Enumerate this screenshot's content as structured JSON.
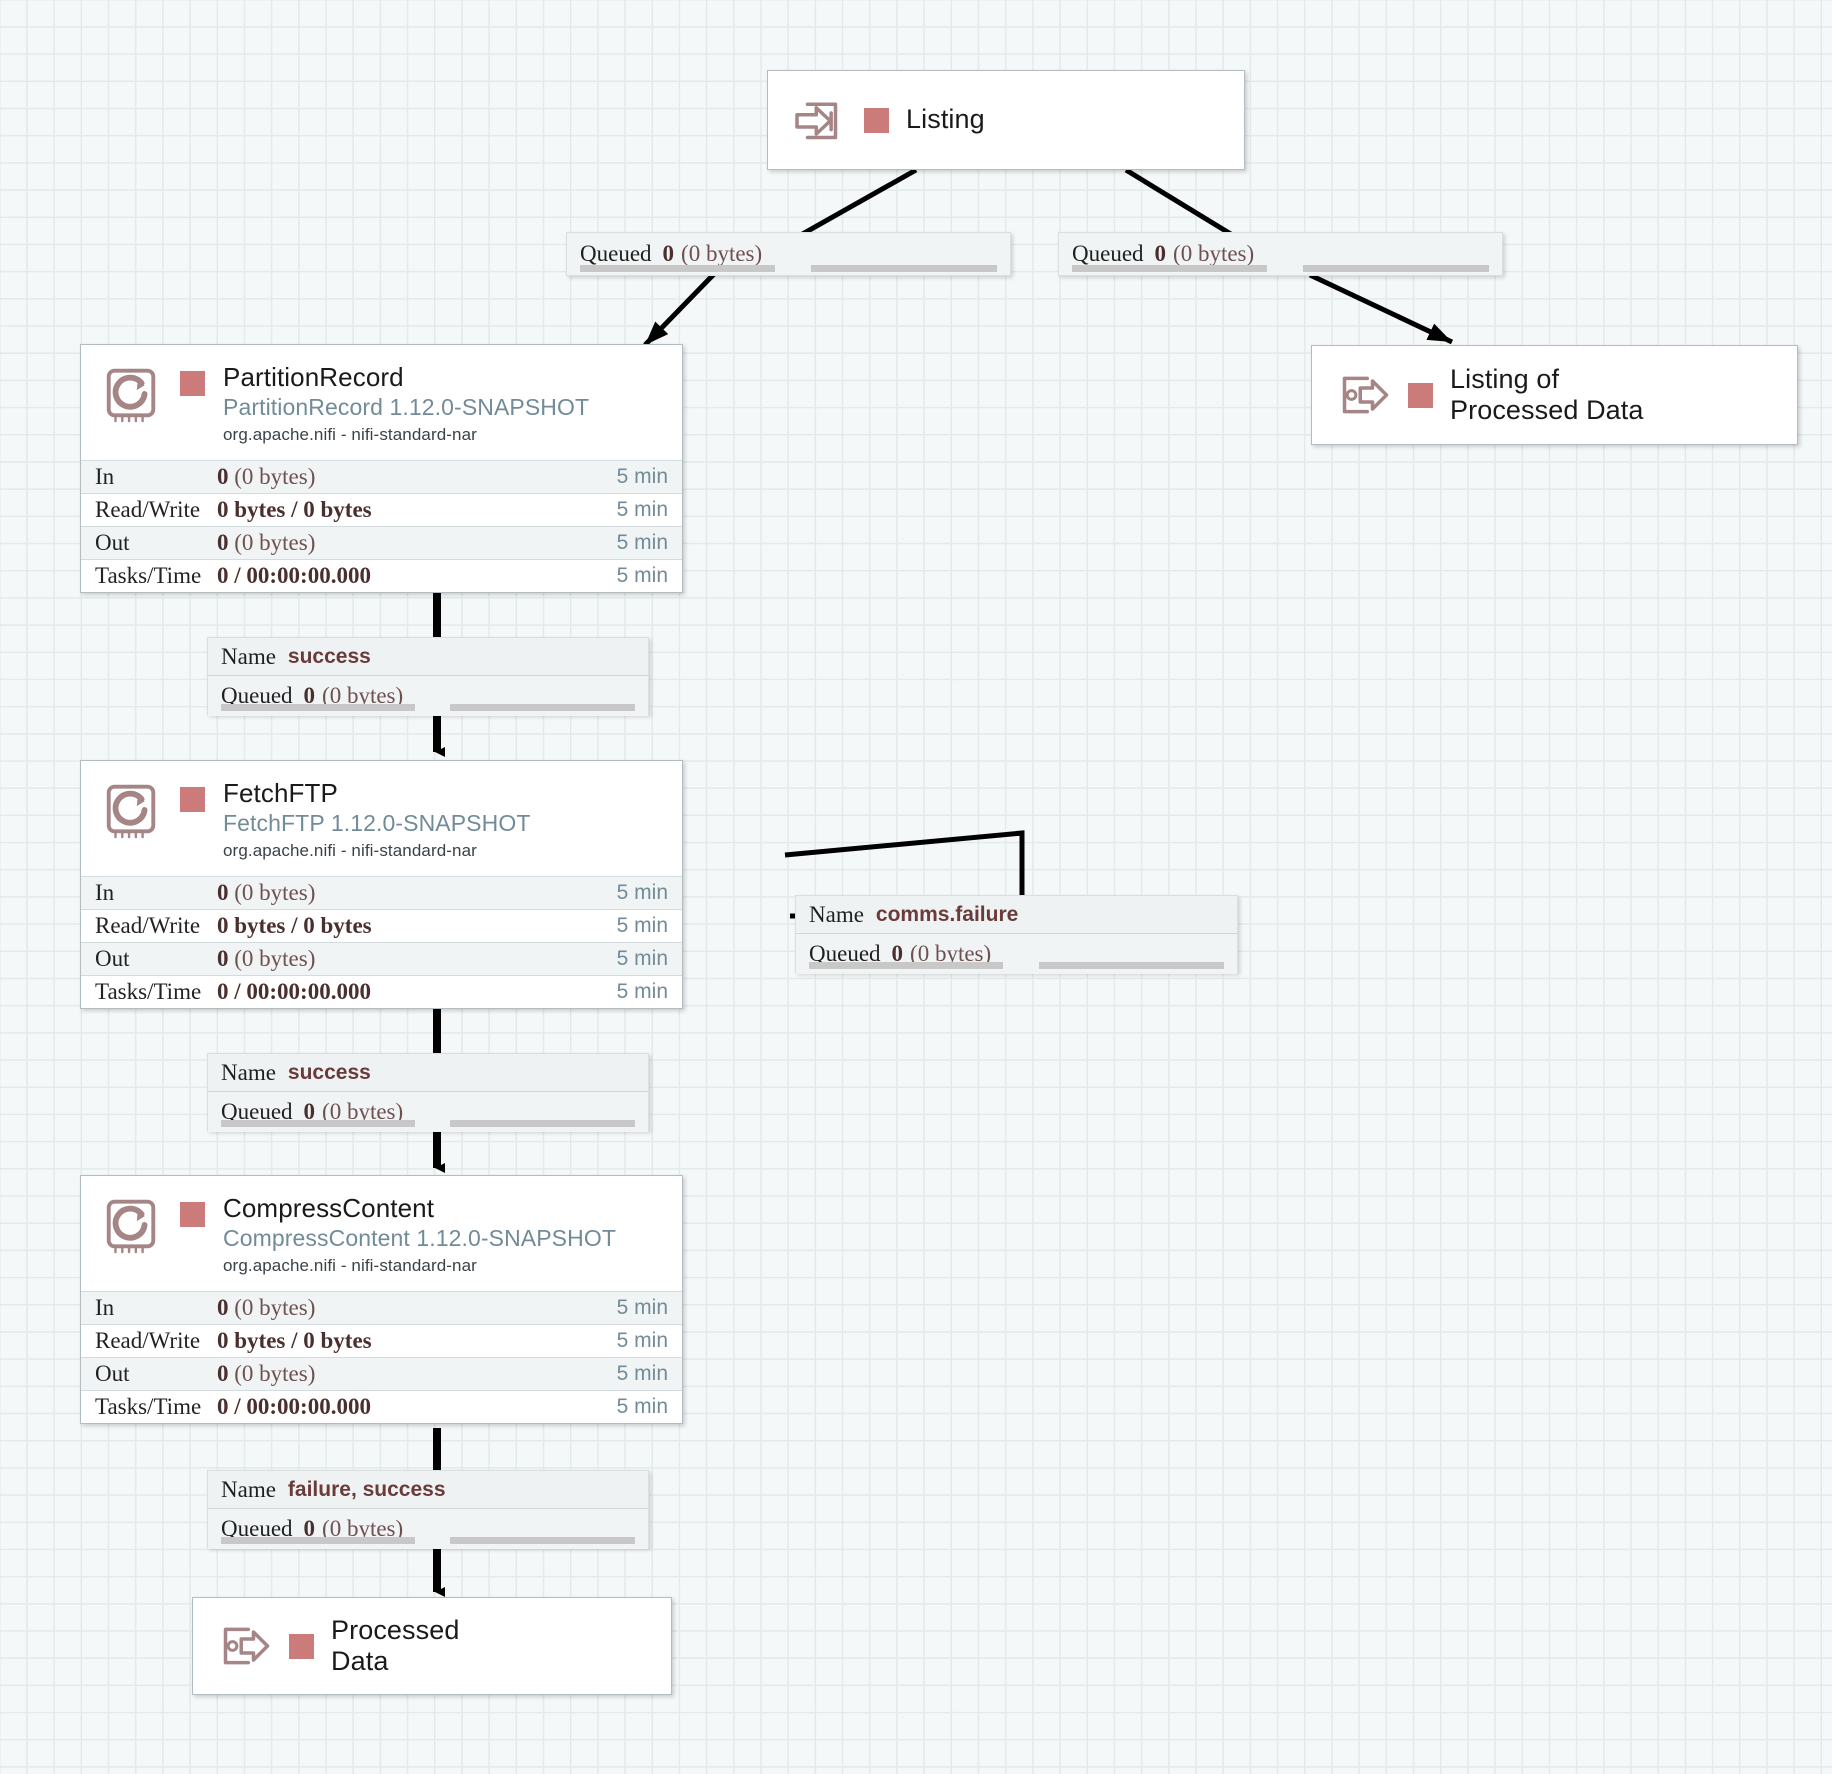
{
  "canvas": {
    "grid_color": "#e2eaea",
    "background_color": "#f5f8f9",
    "status_color": "#cc7b7b",
    "type_color": "#728b99",
    "stat_value_color": "#4b2f2f"
  },
  "nodes": {
    "listing_port": {
      "label": "Listing",
      "icon": "input-port-icon",
      "status": "stopped"
    },
    "listing_of_processed_data_port": {
      "label": "Listing of\nProcessed Data",
      "icon": "output-port-icon",
      "status": "stopped"
    },
    "processed_data_port": {
      "label": "Processed\nData",
      "icon": "output-port-icon",
      "status": "stopped"
    },
    "partition_record": {
      "name": "PartitionRecord",
      "type": "PartitionRecord 1.12.0-SNAPSHOT",
      "bundle": "org.apache.nifi - nifi-standard-nar",
      "icon": "processor-icon",
      "status": "stopped",
      "stats": [
        {
          "label": "In",
          "value": "0",
          "detail": "(0 bytes)",
          "bold_detail": false,
          "time": "5 min"
        },
        {
          "label": "Read/Write",
          "value": "0 bytes / 0 bytes",
          "detail": "",
          "bold_detail": true,
          "time": "5 min"
        },
        {
          "label": "Out",
          "value": "0",
          "detail": "(0 bytes)",
          "bold_detail": false,
          "time": "5 min"
        },
        {
          "label": "Tasks/Time",
          "value": "0 / 00:00:00.000",
          "detail": "",
          "bold_detail": true,
          "time": "5 min"
        }
      ]
    },
    "fetch_ftp": {
      "name": "FetchFTP",
      "type": "FetchFTP 1.12.0-SNAPSHOT",
      "bundle": "org.apache.nifi - nifi-standard-nar",
      "icon": "processor-icon",
      "status": "stopped",
      "stats": [
        {
          "label": "In",
          "value": "0",
          "detail": "(0 bytes)",
          "bold_detail": false,
          "time": "5 min"
        },
        {
          "label": "Read/Write",
          "value": "0 bytes / 0 bytes",
          "detail": "",
          "bold_detail": true,
          "time": "5 min"
        },
        {
          "label": "Out",
          "value": "0",
          "detail": "(0 bytes)",
          "bold_detail": false,
          "time": "5 min"
        },
        {
          "label": "Tasks/Time",
          "value": "0 / 00:00:00.000",
          "detail": "",
          "bold_detail": true,
          "time": "5 min"
        }
      ]
    },
    "compress_content": {
      "name": "CompressContent",
      "type": "CompressContent 1.12.0-SNAPSHOT",
      "bundle": "org.apache.nifi - nifi-standard-nar",
      "icon": "processor-icon",
      "status": "stopped",
      "stats": [
        {
          "label": "In",
          "value": "0",
          "detail": "(0 bytes)",
          "bold_detail": false,
          "time": "5 min"
        },
        {
          "label": "Read/Write",
          "value": "0 bytes / 0 bytes",
          "detail": "",
          "bold_detail": true,
          "time": "5 min"
        },
        {
          "label": "Out",
          "value": "0",
          "detail": "(0 bytes)",
          "bold_detail": false,
          "time": "5 min"
        },
        {
          "label": "Tasks/Time",
          "value": "0 / 00:00:00.000",
          "detail": "",
          "bold_detail": true,
          "time": "5 min"
        }
      ]
    }
  },
  "connections": {
    "listing_to_partition": {
      "queued_label": "Queued",
      "queued_count": "0",
      "queued_size": "(0 bytes)"
    },
    "listing_to_listing_of_processed": {
      "queued_label": "Queued",
      "queued_count": "0",
      "queued_size": "(0 bytes)"
    },
    "partition_to_fetch": {
      "name_label": "Name",
      "name_value": "success",
      "queued_label": "Queued",
      "queued_count": "0",
      "queued_size": "(0 bytes)"
    },
    "fetch_comms_failure": {
      "name_label": "Name",
      "name_value": "comms.failure",
      "queued_label": "Queued",
      "queued_count": "0",
      "queued_size": "(0 bytes)"
    },
    "fetch_to_compress": {
      "name_label": "Name",
      "name_value": "success",
      "queued_label": "Queued",
      "queued_count": "0",
      "queued_size": "(0 bytes)"
    },
    "compress_to_processed": {
      "name_label": "Name",
      "name_value": "failure, success",
      "queued_label": "Queued",
      "queued_count": "0",
      "queued_size": "(0 bytes)"
    }
  }
}
